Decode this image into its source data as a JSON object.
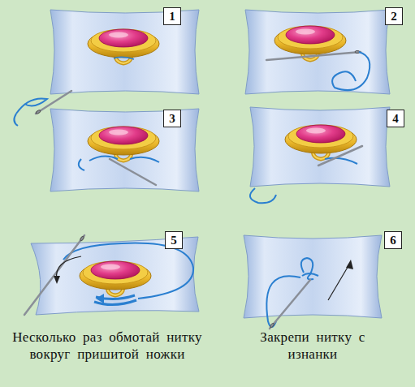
{
  "diagram": {
    "nodes": [
      {
        "text": [
          "1"
        ]
      },
      {
        "text": [
          "2"
        ]
      },
      {
        "text": [
          "3"
        ]
      },
      {
        "text": [
          "4"
        ]
      },
      {
        "text": [
          "5"
        ]
      },
      {
        "text": [
          "6"
        ]
      }
    ],
    "labels": [
      "Несколько раз обмотай нитку вокруг пришитой ножки",
      "Закрепи нитку с изнанки"
    ]
  }
}
